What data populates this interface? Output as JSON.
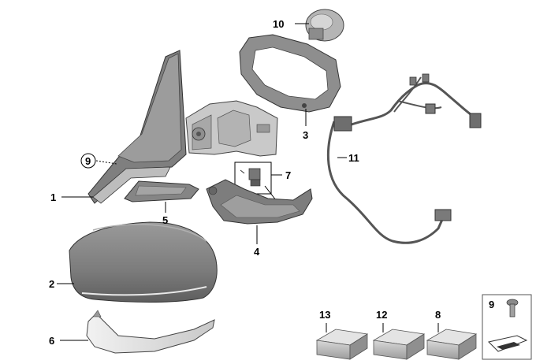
{
  "diagram": {
    "callouts": {
      "c1": "1",
      "c2": "2",
      "c3": "3",
      "c4": "4",
      "c5": "5",
      "c6": "6",
      "c7": "7",
      "c8": "8",
      "c9_circle": "9",
      "c9_box": "9",
      "c10": "10",
      "c11": "11",
      "c12": "12",
      "c13": "13"
    }
  }
}
